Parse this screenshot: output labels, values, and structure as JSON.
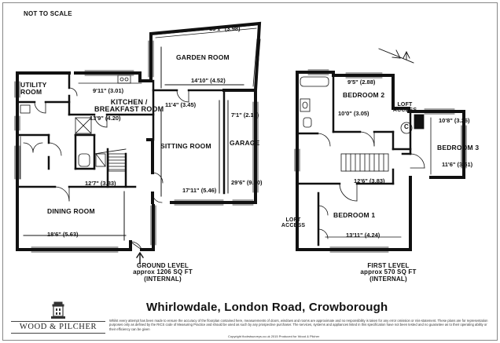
{
  "header": {
    "scale_note": "NOT TO SCALE"
  },
  "ground_floor": {
    "rooms": [
      {
        "key": "utility",
        "name": "UTILITY ROOM",
        "line1": "UTILITY",
        "line2": "ROOM"
      },
      {
        "key": "kitchen",
        "name": "KITCHEN / BREAKFAST ROOM",
        "line1": "KITCHEN /",
        "line2": "BREAKFAST ROOM",
        "dim_a": "9'11\" (3.01)",
        "dim_b": "13'9\" (4.20)"
      },
      {
        "key": "garden",
        "name": "GARDEN ROOM",
        "dim_a": "13'1\" (3.98)",
        "dim_b": "14'10\" (4.52)"
      },
      {
        "key": "sitting",
        "name": "SITTING ROOM",
        "dim_a": "11'4\" (3.45)",
        "dim_b": "17'11\" (5.46)"
      },
      {
        "key": "garage",
        "name": "GARAGE",
        "dim_a": "7'1\" (2.15)",
        "dim_b": "29'6\" (9.00)"
      },
      {
        "key": "dining",
        "name": "DINING ROOM",
        "dim_a": "12'7\" (3.83)",
        "dim_b": "18'6\" (5.63)"
      }
    ],
    "caption": {
      "line1": "GROUND LEVEL",
      "line2": "approx 1206 SQ FT",
      "line3": "(INTERNAL)"
    }
  },
  "first_floor": {
    "rooms": [
      {
        "key": "bedroom2",
        "name": "BEDROOM 2",
        "dim_a": "9'5\" (2.88)",
        "dim_b": "10'0\" (3.05)"
      },
      {
        "key": "bedroom3",
        "name": "BEDROOM 3",
        "dim_a": "10'8\" (3.26)",
        "dim_b": "11'6\" (3.51)"
      },
      {
        "key": "bedroom1",
        "name": "BEDROOM 1",
        "dim_a": "12'6\" (3.83)",
        "dim_b": "13'11\" (4.24)"
      }
    ],
    "loft_access_1": {
      "line1": "LOFT",
      "line2": "ACCESS"
    },
    "loft_access_2": {
      "line1": "LOFT",
      "line2": "ACCESS"
    },
    "cupboard_label": "C",
    "caption": {
      "line1": "FIRST LEVEL",
      "line2": "approx 570 SQ FT",
      "line3": "(INTERNAL)"
    }
  },
  "compass": {
    "label": "N"
  },
  "property": {
    "title": "Whirlowdale, London Road, Crowborough"
  },
  "agent": {
    "name": "WOOD & PILCHER"
  },
  "footer": {
    "disclaimer": "Whilst every attempt has been made to ensure the accuracy of the floorplan contained here, measurements of doors, windows and rooms are approximate and no responsibility is taken for any error omission or mis-statement. These plans are for representation purposes only as defined by the RICS code of Measuring Practice and should be used as such by any prospective purchaser. The services, systems and appliances listed in this specification have not been tested and no guarantee as to their operating ability or their efficiency can be given",
    "copyright": "Copyright fiodrstsurveys.co.uk 2015     Produced for Wood & Pilcher"
  },
  "colors": {
    "wall": "#111111",
    "line": "#222222",
    "text": "#111111"
  }
}
